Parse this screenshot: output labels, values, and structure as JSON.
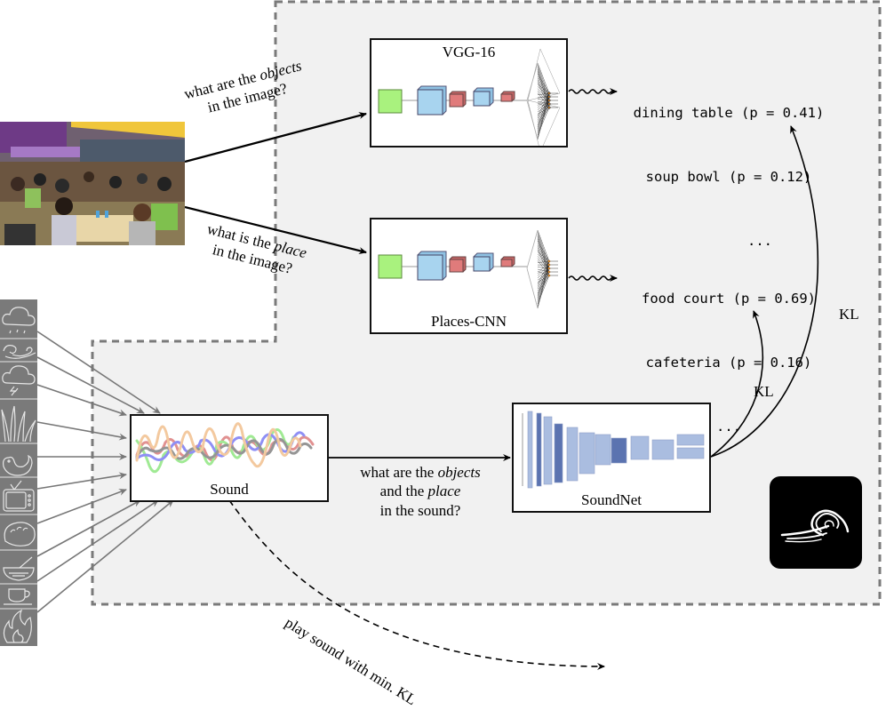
{
  "diagram": {
    "image_questions": {
      "objects": {
        "pre": "what are the ",
        "em": "objects",
        "line2": "in the image?"
      },
      "place": {
        "pre": "what is the ",
        "em": "place",
        "line2": "in the image?"
      }
    },
    "networks": {
      "vgg": {
        "title": "VGG-16"
      },
      "places": {
        "title": "Places-CNN"
      },
      "soundnet": {
        "title": "SoundNet"
      },
      "sound": {
        "title": "Sound"
      }
    },
    "predictions": {
      "objects": [
        "dining table (p = 0.41)",
        "soup bowl (p = 0.12)",
        "..."
      ],
      "places": [
        "food court (p = 0.69)",
        "cafeteria (p = 0.16)",
        "..."
      ]
    },
    "sound_question": {
      "line1_pre": "what are the ",
      "line1_em": "objects",
      "line2_pre": "and the ",
      "line2_em": "place",
      "line3": "in the sound?"
    },
    "kl_labels": {
      "objects": "KL",
      "places": "KL"
    },
    "output_label": "play sound with min. KL",
    "sound_icons": [
      "rain-cloud",
      "wind",
      "thunderstorm",
      "grass",
      "bird",
      "television",
      "bread",
      "mortar-bowl",
      "coffee-cup",
      "fire"
    ],
    "colors": {
      "region_fill": "#f1f1f1",
      "region_border": "#7a7a7a",
      "input_layer": "#a9f27e",
      "conv_blue": "#a8d4ef",
      "pool_red": "#e07b7b",
      "soundnet_light": "#aabde0",
      "soundnet_dark": "#5b73b0",
      "icon_strip": "#7a7a7a",
      "wave_red": "#e08c8c",
      "wave_green": "#9be98f",
      "wave_blue": "#8a8af5",
      "wave_gray": "#909090",
      "wave_orange": "#f3c79a"
    }
  }
}
